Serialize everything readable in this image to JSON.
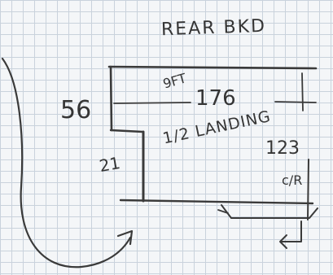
{
  "sketch": {
    "title": "REAR BKD",
    "labels": {
      "top_run": "9FT",
      "depth_left": "56",
      "width": "176",
      "landing": "1/2 LANDING",
      "step_height": "21",
      "right_height": "123",
      "stair_mark": "c/R"
    },
    "stroke_color": "#3a3a3a",
    "paper_color": "#f4f6f8",
    "grid_color": "#c9d2dc"
  }
}
